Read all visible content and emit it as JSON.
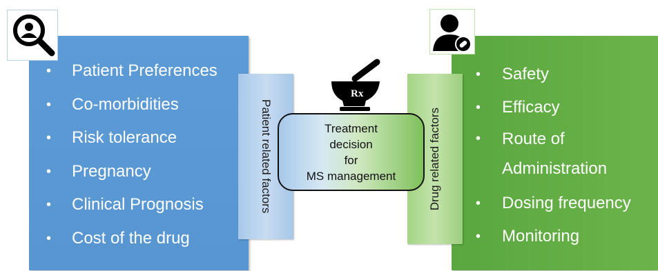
{
  "patient_factors": {
    "items": [
      "Patient Preferences",
      "Co-morbidities",
      "Risk tolerance",
      "Pregnancy",
      "Clinical Prognosis",
      "Cost of the drug"
    ],
    "bar_label": "Patient related factors"
  },
  "drug_factors": {
    "items": [
      "Safety",
      "Efficacy",
      "Route of Administration",
      "Dosing frequency",
      "Monitoring"
    ],
    "bar_label": "Drug related factors"
  },
  "decision": {
    "lines": [
      "Treatment",
      "decision",
      "for",
      "MS management"
    ]
  },
  "rx_icon_text": "Rx",
  "icons": {
    "search": "search-person-icon",
    "user": "user-badge-icon",
    "rx": "mortar-pestle-rx-icon"
  },
  "colors": {
    "patient_panel": "#5b99d4",
    "drug_panel": "#62ad45",
    "patient_bar": "#b8d3ee",
    "drug_bar": "#b4db98"
  }
}
